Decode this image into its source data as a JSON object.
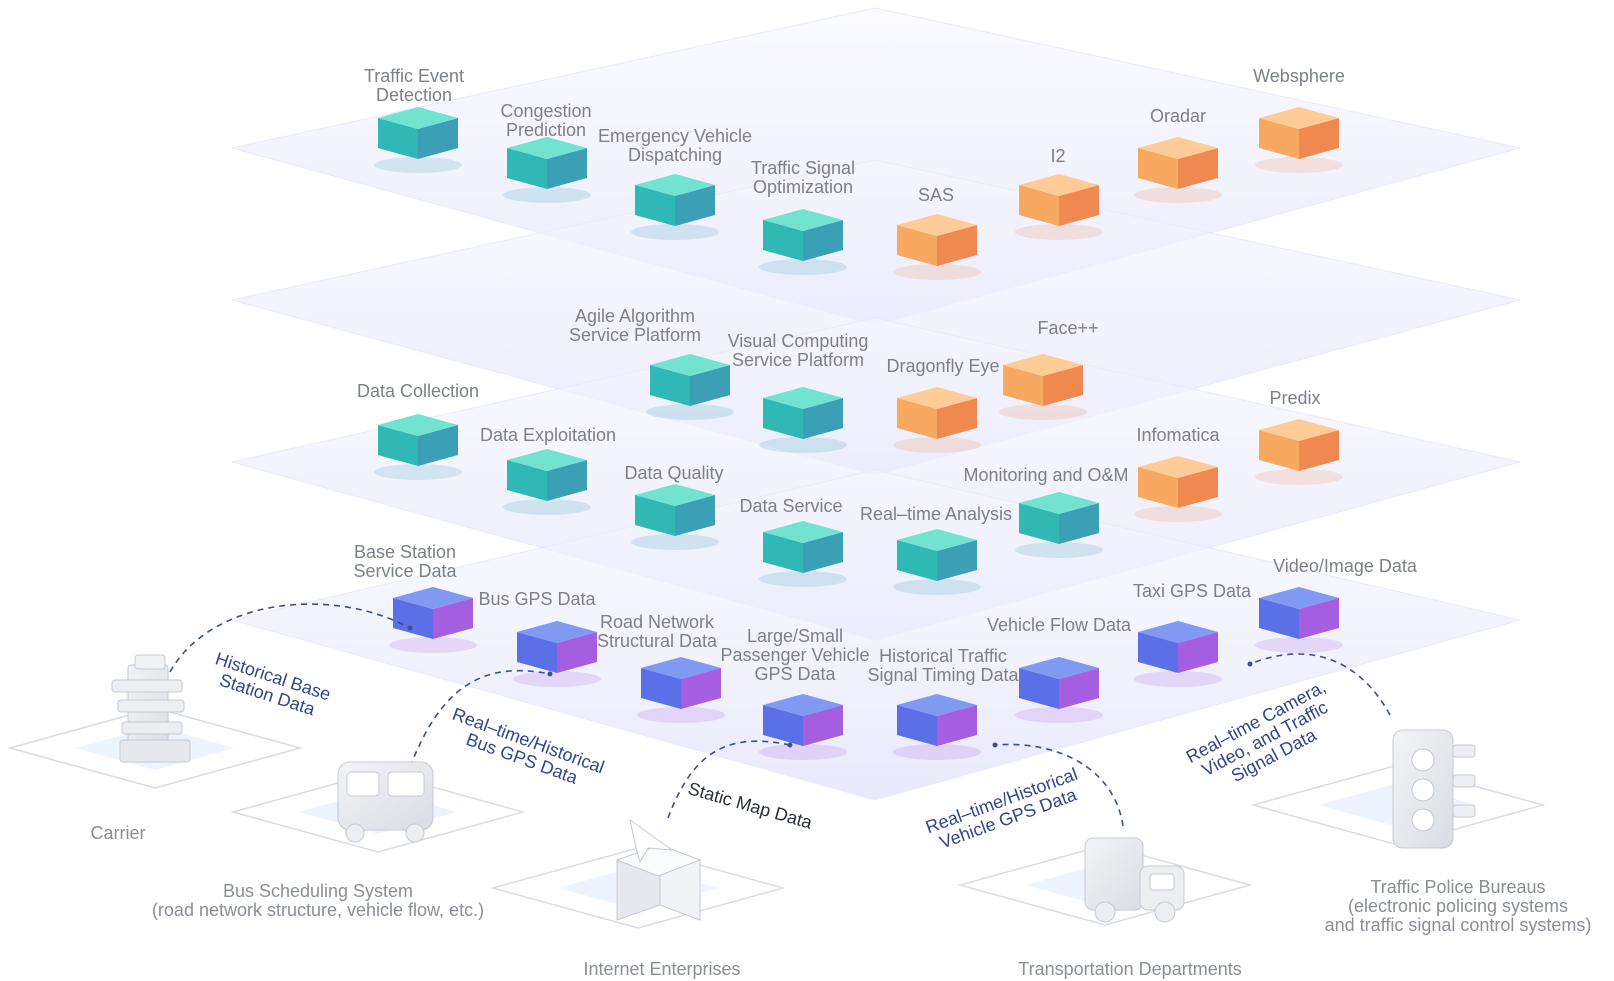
{
  "colors": {
    "teal_top": "#5fe0cb",
    "teal_left": "#2fb8b4",
    "teal_right": "#3b9fb5",
    "orange_top": "#ffc58a",
    "orange_left": "#f7a861",
    "orange_right": "#f0894f",
    "blue_top": "#6f8cf2",
    "blue_left": "#5b6fe6",
    "blue_right": "#a55ee0",
    "plane": "#eef0fc",
    "flow_text": "#33468a",
    "label_text": "#7c8088"
  },
  "layers": {
    "application": {
      "modules": [
        {
          "label": "Traffic Event\nDetection",
          "color": "teal"
        },
        {
          "label": "Congestion\nPrediction",
          "color": "teal"
        },
        {
          "label": "Emergency Vehicle\nDispatching",
          "color": "teal"
        },
        {
          "label": "Traffic Signal\nOptimization",
          "color": "teal"
        },
        {
          "label": "SAS",
          "color": "orange"
        },
        {
          "label": "I2",
          "color": "orange"
        },
        {
          "label": "Oradar",
          "color": "orange"
        },
        {
          "label": "Websphere",
          "color": "orange"
        }
      ]
    },
    "algorithm": {
      "modules": [
        {
          "label": "Agile Algorithm\nService Platform",
          "color": "teal"
        },
        {
          "label": "Visual Computing\nService Platform",
          "color": "teal"
        },
        {
          "label": "Dragonfly Eye",
          "color": "orange"
        },
        {
          "label": "Face++",
          "color": "orange"
        }
      ]
    },
    "data_platform": {
      "modules": [
        {
          "label": "Data Collection",
          "color": "teal"
        },
        {
          "label": "Data Exploitation",
          "color": "teal"
        },
        {
          "label": "Data Quality",
          "color": "teal"
        },
        {
          "label": "Data Service",
          "color": "teal"
        },
        {
          "label": "Real–time Analysis",
          "color": "teal"
        },
        {
          "label": "Monitoring and O&M",
          "color": "teal"
        },
        {
          "label": "Infomatica",
          "color": "orange"
        },
        {
          "label": "Predix",
          "color": "orange"
        }
      ]
    },
    "data_sources": {
      "modules": [
        {
          "label": "Base Station\nService Data",
          "color": "blue"
        },
        {
          "label": "Bus GPS Data",
          "color": "blue"
        },
        {
          "label": "Road Network\nStructural Data",
          "color": "blue"
        },
        {
          "label": "Large/Small\nPassenger Vehicle\nGPS Data",
          "color": "blue"
        },
        {
          "label": "Historical Traffic\nSignal Timing Data",
          "color": "blue"
        },
        {
          "label": "Vehicle Flow Data",
          "color": "blue"
        },
        {
          "label": "Taxi GPS Data",
          "color": "blue"
        },
        {
          "label": "Video/Image Data",
          "color": "blue"
        }
      ]
    }
  },
  "flows": [
    {
      "label": "Historical Base\nStation Data"
    },
    {
      "label": "Real–time/Historical\nBus GPS Data"
    },
    {
      "label": "Static Map Data"
    },
    {
      "label": "Real–time/Historical\nVehicle GPS Data"
    },
    {
      "label": "Real–time Camera,\nVideo, and Traffic\nSignal Data"
    }
  ],
  "sources": [
    {
      "label": "Carrier",
      "icon": "cell-tower-icon"
    },
    {
      "label": "Bus Scheduling System\n(road network structure, vehicle flow, etc.)",
      "icon": "bus-icon"
    },
    {
      "label": "Internet Enterprises",
      "icon": "paper-plane-icon"
    },
    {
      "label": "Transportation Departments",
      "icon": "truck-icon"
    },
    {
      "label": "Traffic Police Bureaus\n(electronic policing systems\nand traffic signal control systems)",
      "icon": "traffic-light-icon"
    }
  ]
}
